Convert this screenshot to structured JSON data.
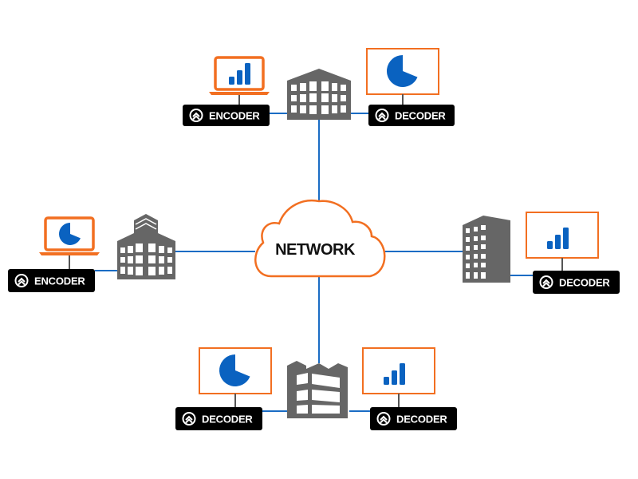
{
  "colors": {
    "accent_orange": "#f26f21",
    "chart_blue": "#0a62c0",
    "link_blue": "#1a6cc4",
    "building_gray": "#666666",
    "label_bg": "#000000",
    "stem_gray": "#555555"
  },
  "network": {
    "label": "NETWORK",
    "icon": "cloud-icon"
  },
  "sites": {
    "top": {
      "building_icon": "office-building-icon",
      "devices": [
        {
          "role": "encoder",
          "label": "ENCODER",
          "device_icon": "laptop-icon",
          "screen_icon": "bar-chart-icon",
          "badge_icon": "chevron-up-circle-icon"
        },
        {
          "role": "decoder",
          "label": "DECODER",
          "device_icon": "monitor-icon",
          "screen_icon": "pie-chart-icon",
          "badge_icon": "chevron-up-circle-icon"
        }
      ]
    },
    "left": {
      "building_icon": "tower-building-icon",
      "devices": [
        {
          "role": "encoder",
          "label": "ENCODER",
          "device_icon": "laptop-icon",
          "screen_icon": "pie-chart-icon",
          "badge_icon": "chevron-up-circle-icon"
        }
      ]
    },
    "right": {
      "building_icon": "highrise-building-icon",
      "devices": [
        {
          "role": "decoder",
          "label": "DECODER",
          "device_icon": "monitor-icon",
          "screen_icon": "bar-chart-icon",
          "badge_icon": "chevron-up-circle-icon"
        }
      ]
    },
    "bottom": {
      "building_icon": "factory-building-icon",
      "devices": [
        {
          "role": "decoder",
          "label": "DECODER",
          "device_icon": "monitor-icon",
          "screen_icon": "pie-chart-icon",
          "badge_icon": "chevron-up-circle-icon"
        },
        {
          "role": "decoder",
          "label": "DECODER",
          "device_icon": "monitor-icon",
          "screen_icon": "bar-chart-icon",
          "badge_icon": "chevron-up-circle-icon"
        }
      ]
    }
  }
}
